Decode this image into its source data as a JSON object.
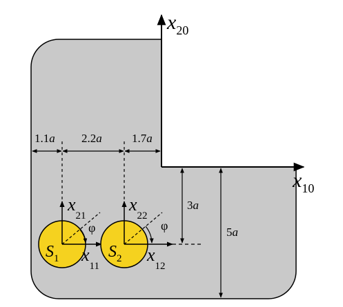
{
  "axes": {
    "x20": {
      "base": "x",
      "sub": "20"
    },
    "x10": {
      "base": "x",
      "sub": "10"
    },
    "x21": {
      "base": "x",
      "sub": "21"
    },
    "x11": {
      "base": "x",
      "sub": "11"
    },
    "x22": {
      "base": "x",
      "sub": "22"
    },
    "x12": {
      "base": "x",
      "sub": "12"
    }
  },
  "sources": {
    "s1": {
      "base": "S",
      "sub": "1"
    },
    "s2": {
      "base": "S",
      "sub": "2"
    }
  },
  "angles": {
    "phi1": "φ",
    "phi2": "φ"
  },
  "dimensions": {
    "d1": {
      "num": "1.1",
      "unit": "a"
    },
    "d2": {
      "num": "2.2",
      "unit": "a"
    },
    "d3": {
      "num": "1.7",
      "unit": "a"
    },
    "d4": {
      "num": "3",
      "unit": "a"
    },
    "d5": {
      "num": "5",
      "unit": "a"
    }
  },
  "colors": {
    "panel": "#c9c9c9",
    "source_fill": "#f5d21f",
    "line": "#000000"
  }
}
